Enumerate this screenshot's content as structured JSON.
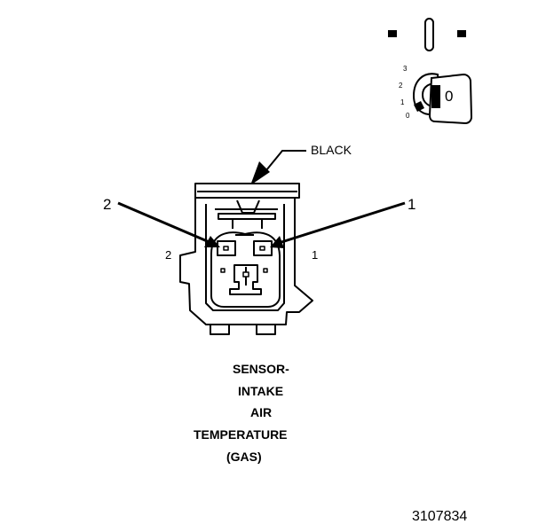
{
  "callouts": {
    "color_label": "BLACK",
    "pin_callout_left": "2",
    "pin_callout_right": "1",
    "cavity_left": "2",
    "cavity_right": "1"
  },
  "key_icon": {
    "positions": [
      "3",
      "2",
      "1",
      "0"
    ],
    "key_label": "0"
  },
  "caption": {
    "lines": [
      "SENSOR-",
      "INTAKE",
      "AIR",
      "TEMPERATURE",
      "(GAS)"
    ]
  },
  "figure_number": "3107834"
}
